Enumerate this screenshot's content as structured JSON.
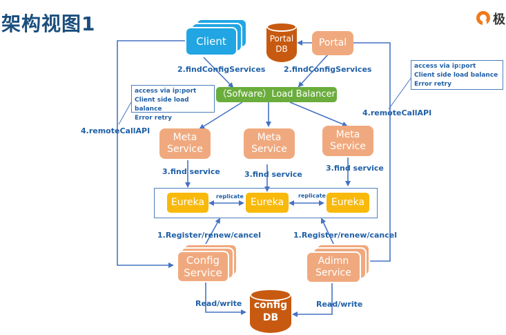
{
  "title": "架构视图1",
  "logo": {
    "icon": "brand-logo-icon",
    "text": "极"
  },
  "nodes": {
    "client": "Client",
    "portal": "Portal",
    "portal_db": [
      "Portal",
      "DB"
    ],
    "load_balancer": "（Sofware）Load Balancer",
    "meta_services": [
      [
        "Meta",
        "Service"
      ],
      [
        "Meta",
        "Service"
      ],
      [
        "Meta",
        "Service"
      ]
    ],
    "eurekas": [
      "Eureka",
      "Eureka",
      "Eureka"
    ],
    "config_service": [
      "Config",
      "Service"
    ],
    "admin_service": [
      "Adimn",
      "Service"
    ],
    "config_db": [
      "config",
      "DB"
    ]
  },
  "edge_labels": {
    "find_config_left": "2.findConfigServices",
    "find_config_right": "2.findConfigServices",
    "remote_call_left": "4.remoteCallAPI",
    "remote_call_right": "4.remoteCallAPI",
    "find_service": [
      "3.find service",
      "3.find service",
      "3.find service"
    ],
    "replicate": [
      "replicate",
      "replicate"
    ],
    "register_left": "1.Register/renew/cancel",
    "register_right": "1.Register/renew/cancel",
    "read_write_left": "Read/write",
    "read_write_right": "Read/write"
  },
  "notes": {
    "left": [
      "access via ip:port",
      "Client side load balance",
      "Error retry"
    ],
    "right": [
      "access via ip:port",
      "Client side load balance",
      "Error retry"
    ]
  },
  "colors": {
    "title": "#1a4e7c",
    "client": "#21a6e3",
    "service": "#f0a97e",
    "load_balancer": "#6aad3d",
    "eureka": "#f8b90b",
    "database": "#c75a10",
    "edge": "#4472c4",
    "label": "#1f5fa6"
  }
}
